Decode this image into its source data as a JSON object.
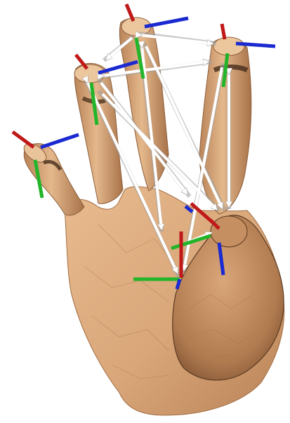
{
  "scene": {
    "colors": {
      "background": "#ffffff",
      "skin": "#e2b489",
      "skin_mid": "#d3a277",
      "skin_shadow": "#9f6f45",
      "skin_dark": "#5a3a22",
      "arrow": "#ffffff",
      "axis_x": "#cc1a1a",
      "axis_y": "#22b52a",
      "axis_z": "#1a2ad0"
    },
    "annotation_layers": [
      "hand-mesh",
      "joint-axes",
      "relation-arrows"
    ]
  }
}
